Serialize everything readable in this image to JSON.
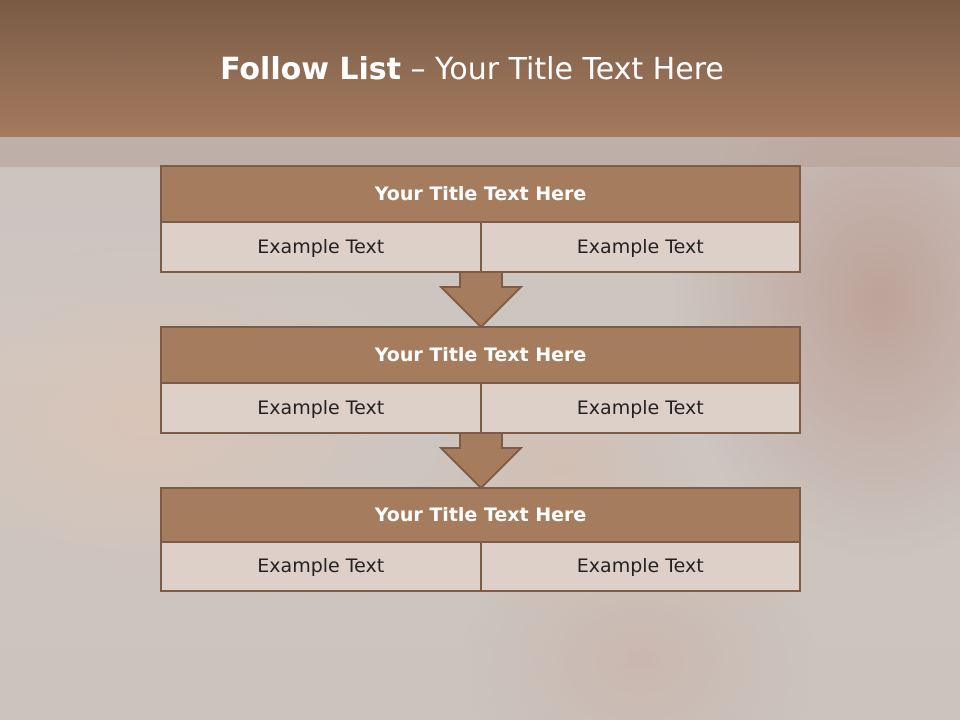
{
  "slide": {
    "title_bold": "Follow List",
    "title_rest": " – Your Title Text Here"
  },
  "steps": [
    {
      "title": "Your Title Text Here",
      "left": "Example Text",
      "right": "Example Text"
    },
    {
      "title": "Your Title Text Here",
      "left": "Example Text",
      "right": "Example Text"
    },
    {
      "title": "Your Title Text Here",
      "left": "Example Text",
      "right": "Example Text"
    }
  ],
  "colors": {
    "header": "#8d6a52",
    "box_title": "#a67c5e",
    "box_border": "#7e5b45",
    "cell": "#ddd0c8"
  },
  "icons": [
    "down-arrow-icon"
  ]
}
